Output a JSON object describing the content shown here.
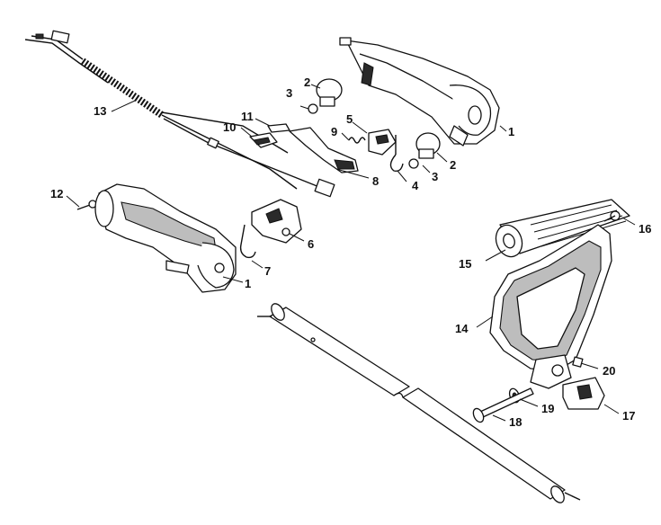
{
  "labels": {
    "p1a": "1",
    "p1b": "1",
    "p2a": "2",
    "p2b": "2",
    "p3a": "3",
    "p3b": "3",
    "p4": "4",
    "p5": "5",
    "p6": "6",
    "p7": "7",
    "p8": "8",
    "p9": "9",
    "p10": "10",
    "p11": "11",
    "p12": "12",
    "p13": "13",
    "p14": "14",
    "p15": "15",
    "p16": "16",
    "p17": "17",
    "p18": "18",
    "p19": "19",
    "p20": "20"
  }
}
